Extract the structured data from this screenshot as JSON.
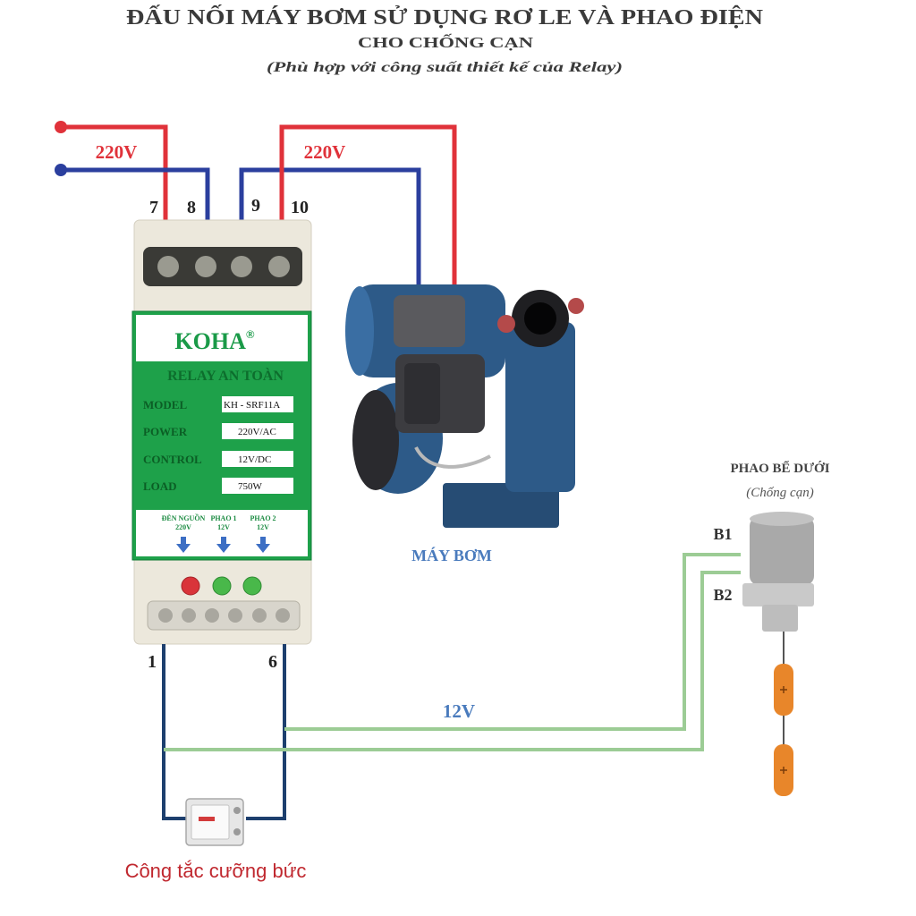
{
  "title": {
    "line1": "ĐẤU NỐI MÁY BƠM SỬ DỤNG RƠ LE VÀ PHAO ĐIỆN",
    "line2": "CHO CHỐNG CẠN",
    "line3": "(Phù hợp với công suất thiết kế của Relay)"
  },
  "supply": {
    "voltage_left": "220V",
    "voltage_right": "220V"
  },
  "terminals": {
    "t7": "7",
    "t8": "8",
    "t9": "9",
    "t10": "10",
    "t1": "1",
    "t6": "6"
  },
  "relay": {
    "brand": "KOHA",
    "brand_mark": "®",
    "name": "RELAY AN TOÀN",
    "specs": [
      {
        "label": "MODEL",
        "value": "KH - SRF11A"
      },
      {
        "label": "POWER",
        "value": "220V/AC"
      },
      {
        "label": "CONTROL",
        "value": "12V/DC"
      },
      {
        "label": "LOAD",
        "value": "750W"
      }
    ],
    "indicators": [
      {
        "label": "ĐÈN NGUỒN",
        "voltage": "220V"
      },
      {
        "label": "PHAO 1",
        "voltage": "12V"
      },
      {
        "label": "PHAO 2",
        "voltage": "12V"
      }
    ]
  },
  "pump": {
    "label": "MÁY BƠM"
  },
  "float": {
    "title": "PHAO BỂ DƯỚI",
    "subtitle": "(Chống cạn)",
    "b1": "B1",
    "b2": "B2"
  },
  "control": {
    "voltage": "12V"
  },
  "switch": {
    "label": "Công tắc cưỡng bức"
  },
  "colors": {
    "live": "#e0323a",
    "neutral": "#2b3f9e",
    "load_wire": "#1d3f6e",
    "control_wire": "#9ccc95",
    "relay_green": "#1ea14a",
    "pump_blue": "#2d5a88",
    "label_blue": "#4a7bbd",
    "float_orange": "#e8862a",
    "switch_label": "#c0282f"
  }
}
